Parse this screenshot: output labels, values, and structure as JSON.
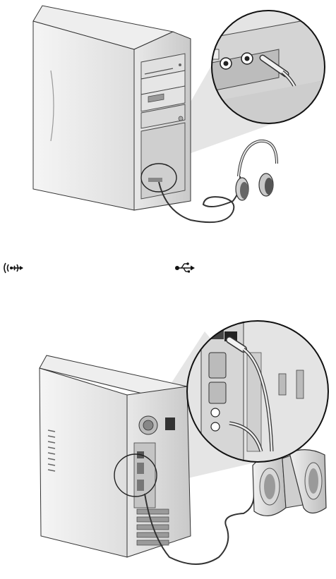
{
  "illustrations": [
    {
      "name": "front-tower-headphones",
      "connection": "headphone-to-front-audio-jack"
    },
    {
      "name": "rear-tower-usb-speakers",
      "connection": "usb-speakers-to-rear-usb-port"
    }
  ],
  "icons": [
    {
      "name": "audio-headphone-icon",
      "glyph": "(( )) -->"
    },
    {
      "name": "usb-icon",
      "glyph": "USB trident"
    }
  ],
  "colors": {
    "ink": "#1a1a1a",
    "case_light": "#f2f2f2",
    "case_mid": "#d9d9d9",
    "case_shadow": "#b5b5b5",
    "callout_bg": "#e6e6e6"
  }
}
